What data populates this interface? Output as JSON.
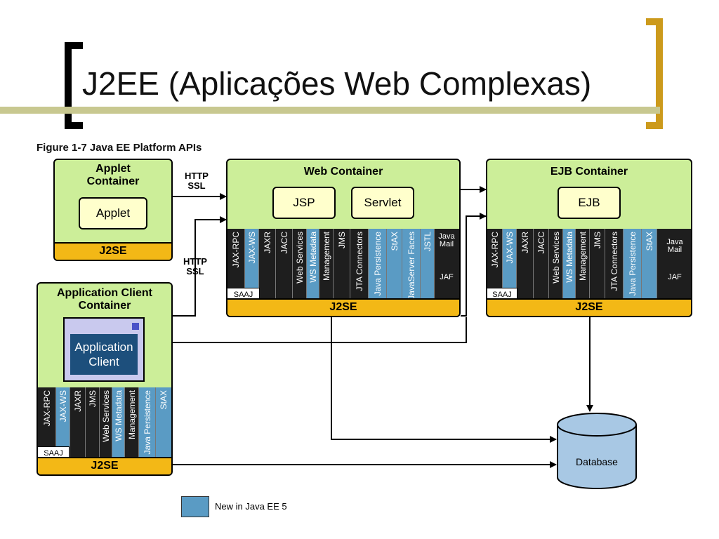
{
  "slide": {
    "title": "J2EE (Aplicações Web Complexas)"
  },
  "figure": {
    "caption": "Figure 1-7 Java EE Platform APIs",
    "legend": "New in Java EE 5",
    "colors": {
      "container": "#ccee99",
      "component": "#ffffcc",
      "j2se": "#f3b816",
      "new_api": "#5a9bc4",
      "api": "#1e1e1e"
    },
    "applet_container": {
      "title": "Applet Container",
      "component": "Applet",
      "platform": "J2SE"
    },
    "web_container": {
      "title": "Web Container",
      "components": [
        "JSP",
        "Servlet"
      ],
      "platform": "J2SE",
      "apis": [
        "JAX-RPC",
        "JAX-WS",
        "JAXR",
        "JACC",
        "Web Services",
        "WS Metadata",
        "Management",
        "JMS",
        "JTA Connectors",
        "Java Persistence",
        "StAX",
        "JavaServer Faces",
        "JSTL"
      ],
      "side_apis": [
        "Java Mail",
        "JAF"
      ],
      "saaj": "SAAJ"
    },
    "ejb_container": {
      "title": "EJB Container",
      "component": "EJB",
      "platform": "J2SE",
      "apis": [
        "JAX-RPC",
        "JAX-WS",
        "JAXR",
        "JACC",
        "Web Services",
        "WS Metadata",
        "Management",
        "JMS",
        "JTA Connectors",
        "Java Persistence",
        "StAX"
      ],
      "side_apis": [
        "Java Mail",
        "JAF"
      ],
      "saaj": "SAAJ"
    },
    "app_client_container": {
      "title": "Application Client Container",
      "component": "Application Client",
      "platform": "J2SE",
      "apis": [
        "JAX-RPC",
        "JAX-WS",
        "JAXR",
        "JMS",
        "Web Services",
        "WS Metadata",
        "Management",
        "Java Persistence",
        "StAX"
      ],
      "saaj": "SAAJ"
    },
    "protocols": {
      "top": "HTTP SSL",
      "middle": "HTTP SSL"
    },
    "database": "Database"
  }
}
